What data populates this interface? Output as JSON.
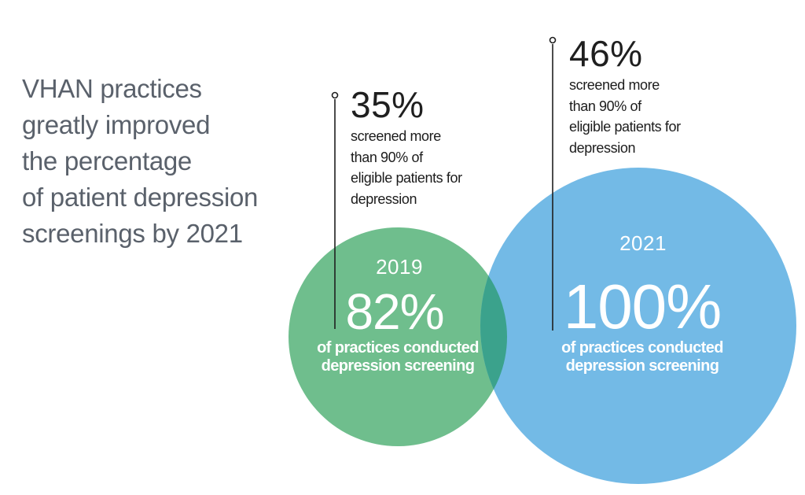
{
  "title": {
    "text": "VHAN practices\ngreatly improved\nthe percentage\nof patient depression\nscreenings by 2021"
  },
  "annotations": {
    "y2019": {
      "percent": "35%",
      "description": "screened more\nthan 90% of\neligible patients for\ndepression"
    },
    "y2021": {
      "percent": "46%",
      "description": "screened more\nthan 90% of\neligible patients for\ndepression"
    }
  },
  "circles": {
    "y2019": {
      "year": "2019",
      "percent": "82%",
      "description": "of practices conducted\ndepression screening"
    },
    "y2021": {
      "year": "2021",
      "percent": "100%",
      "description": "of practices conducted\ndepression screening"
    }
  },
  "colors": {
    "green_circle": "#6FBE8D",
    "blue_circle": "#73BAE6",
    "overlap": "#3BA28C",
    "headline_gray": "#5A616B",
    "annotation_text": "#1F1F1F",
    "pointer_line": "#1F1F1F",
    "bubble_text": "#FFFFFF",
    "background": "#FFFFFF"
  },
  "chart_data": {
    "type": "area",
    "subtype": "proportional-circle-infographic",
    "title": "VHAN practices greatly improved the percentage of patient depression screenings by 2021",
    "categories": [
      "2019",
      "2021"
    ],
    "series": [
      {
        "name": "of practices conducted depression screening",
        "values": [
          82,
          100
        ],
        "unit": "%"
      },
      {
        "name": "screened more than 90% of eligible patients for depression",
        "values": [
          35,
          46
        ],
        "unit": "%"
      }
    ],
    "legend_position": "none",
    "grid": false,
    "layout_hint": "two overlapping circles sized by year, green=2019 left, blue=2021 right, overlap rendered teal; thin black pointer lines with open-dot tops carry the 35%/46% callouts"
  }
}
